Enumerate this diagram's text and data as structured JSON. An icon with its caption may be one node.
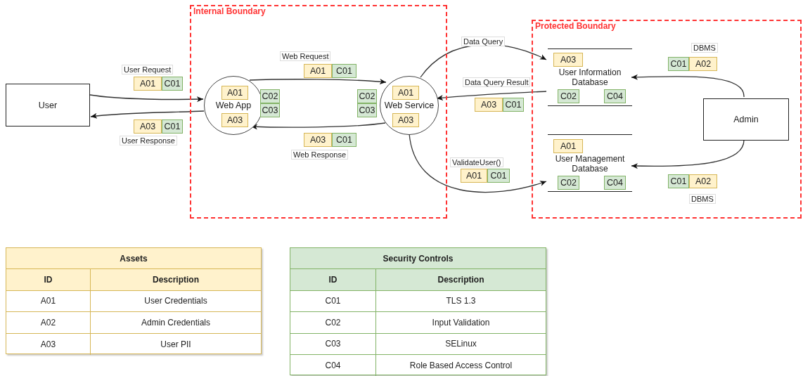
{
  "diagram": {
    "nodes": [
      {
        "text": [
          "Internal Boundary"
        ]
      },
      {
        "text": [
          "Web App"
        ],
        "in": 0
      },
      {
        "text": [
          "A01"
        ],
        "in": 1
      },
      {
        "text": [
          "A03"
        ],
        "in": 1
      },
      {
        "text": [
          "C02"
        ],
        "in": 0
      },
      {
        "text": [
          "C03"
        ],
        "in": 0
      },
      {
        "text": [
          "Web Service"
        ],
        "in": 0
      },
      {
        "text": [
          "A01"
        ],
        "in": 6
      },
      {
        "text": [
          "A03"
        ],
        "in": 6
      },
      {
        "text": [
          "C02"
        ],
        "in": 0
      },
      {
        "text": [
          "C03"
        ],
        "in": 0
      },
      {
        "text": [
          "Protected Boundary"
        ]
      },
      {
        "text": [
          "User Information Database"
        ],
        "in": 11
      },
      {
        "text": [
          "A03"
        ],
        "in": 12
      },
      {
        "text": [
          "C02"
        ],
        "in": 12
      },
      {
        "text": [
          "C04"
        ],
        "in": 12
      },
      {
        "text": [
          "User Management Database"
        ],
        "in": 11
      },
      {
        "text": [
          "A01"
        ],
        "in": 16
      },
      {
        "text": [
          "C02"
        ],
        "in": 16
      },
      {
        "text": [
          "C04"
        ],
        "in": 16
      },
      {
        "text": [
          "Admin"
        ],
        "in": 11
      },
      {
        "text": [
          "User"
        ]
      },
      {
        "text": [
          "A01"
        ]
      },
      {
        "text": [
          "C01"
        ]
      },
      {
        "text": [
          "A03"
        ]
      },
      {
        "text": [
          "C01"
        ]
      },
      {
        "text": [
          "A01"
        ],
        "in": 0
      },
      {
        "text": [
          "C01"
        ],
        "in": 0
      },
      {
        "text": [
          "A03"
        ],
        "in": 0
      },
      {
        "text": [
          "C01"
        ],
        "in": 0
      },
      {
        "text": [
          "A03"
        ]
      },
      {
        "text": [
          "C01"
        ]
      },
      {
        "text": [
          "A01"
        ]
      },
      {
        "text": [
          "C01"
        ]
      },
      {
        "text": [
          "C01"
        ],
        "in": 11
      },
      {
        "text": [
          "A02"
        ],
        "in": 11
      },
      {
        "text": [
          "C01"
        ],
        "in": 11
      },
      {
        "text": [
          "A02"
        ],
        "in": 11
      }
    ],
    "edges": [
      {
        "from": 21,
        "to": 1,
        "arrow": "to",
        "label": "User Request"
      },
      {
        "from": 1,
        "to": 21,
        "arrow": "to",
        "label": "User Response"
      },
      {
        "from": 1,
        "to": 6,
        "arrow": "to",
        "label": "Web Request"
      },
      {
        "from": 6,
        "to": 1,
        "arrow": "to",
        "label": "Web Response"
      },
      {
        "from": 6,
        "to": 12,
        "arrow": "to",
        "label": "Data Query"
      },
      {
        "from": 12,
        "to": 6,
        "arrow": "to",
        "label": "Data Query Result"
      },
      {
        "from": 6,
        "to": 16,
        "arrow": "to",
        "label": "ValidateUser()"
      },
      {
        "from": 20,
        "to": 12,
        "arrow": "to",
        "label": "DBMS"
      },
      {
        "from": 20,
        "to": 16,
        "arrow": "to",
        "label": "DBMS"
      }
    ],
    "labels": [
      "Assets",
      "ID",
      "Description",
      "A01",
      "User Credentials",
      "A02",
      "Admin Credentials",
      "A03",
      "User PII",
      "Security Controls",
      "ID",
      "Description",
      "C01",
      "TLS 1.3",
      "C02",
      "Input Validation",
      "C03",
      "SELinux",
      "C04",
      "Role Based Access Control"
    ]
  }
}
